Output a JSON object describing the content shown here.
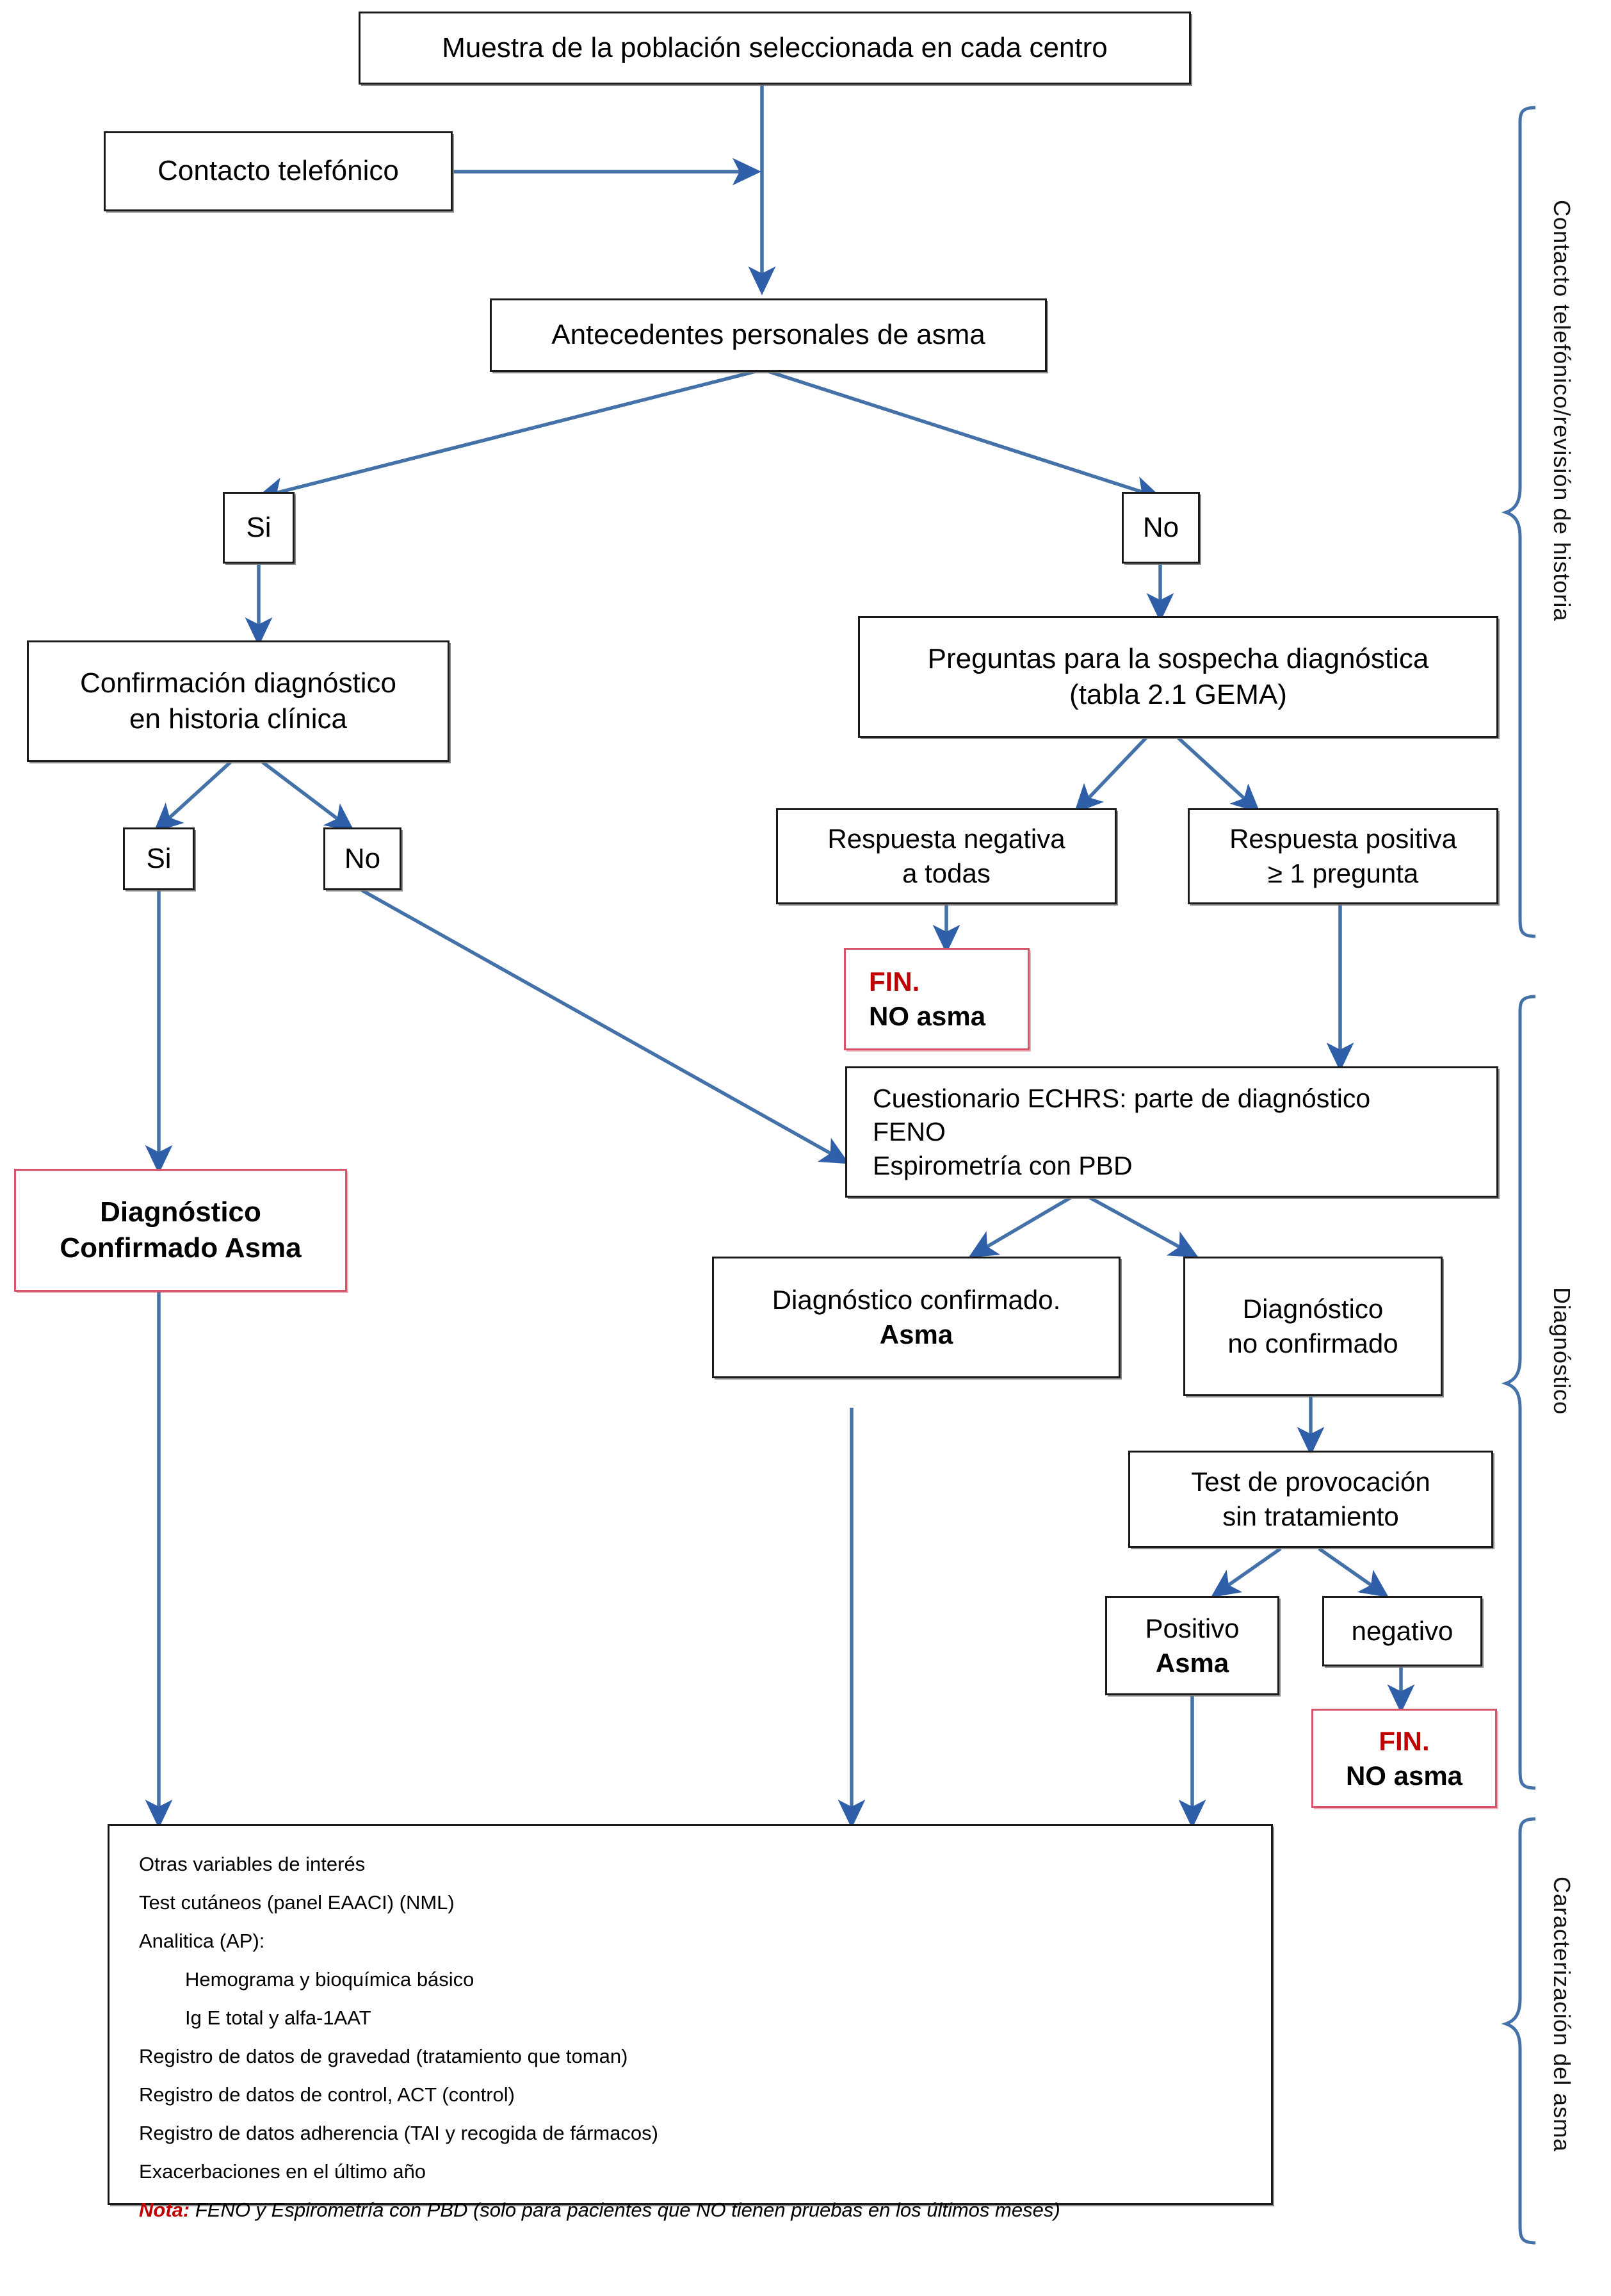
{
  "diagram": {
    "title": "Algoritmo de estudio de asma",
    "colors": {
      "arrow": "#4472a8",
      "box_border": "#1a1a1a",
      "end_border": "#d9536a",
      "end_text": "#c00000"
    },
    "nodes": {
      "muestra": {
        "line1": "Muestra de la población seleccionada en cada centro"
      },
      "contacto": {
        "line1": "Contacto telefónico"
      },
      "antecedentes": {
        "line1": "Antecedentes personales de asma"
      },
      "si1": {
        "line1": "Si"
      },
      "no1": {
        "line1": "No"
      },
      "confirmacion": {
        "line1": "Confirmación diagnóstico",
        "line2": "en historia clínica"
      },
      "si2": {
        "line1": "Si"
      },
      "no2": {
        "line1": "No"
      },
      "preguntas": {
        "line1": "Preguntas para la sospecha diagnóstica",
        "line2": "(tabla 2.1 GEMA)"
      },
      "resp_neg": {
        "line1": "Respuesta negativa",
        "line2": "a todas"
      },
      "resp_pos": {
        "line1": "Respuesta positiva",
        "line2": "≥ 1 pregunta"
      },
      "fin1": {
        "line1": "FIN.",
        "line2": "NO asma"
      },
      "dx_confirmado_asma": {
        "line1": "Diagnóstico",
        "line2": "Confirmado Asma"
      },
      "echrs": {
        "line1": "Cuestionario ECHRS: parte de diagnóstico",
        "line2": "FENO",
        "line3": "Espirometría con PBD"
      },
      "dx_conf": {
        "line1": "Diagnóstico confirmado.",
        "line2": "Asma"
      },
      "dx_noconf": {
        "line1": "Diagnóstico",
        "line2": "no confirmado"
      },
      "provocacion": {
        "line1": "Test de provocación",
        "line2": "sin tratamiento"
      },
      "positivo": {
        "line1": "Positivo",
        "line2": "Asma"
      },
      "negativo": {
        "line1": "negativo"
      },
      "fin2": {
        "line1": "FIN.",
        "line2": "NO asma"
      },
      "variables": {
        "rows": [
          "Otras variables de interés",
          "Test cutáneos (panel EAACI) (NML)",
          "Analitica  (AP):",
          "Hemograma y bioquímica básico",
          "Ig E total y alfa-1AAT",
          "Registro de datos de gravedad (tratamiento que toman)",
          "Registro de datos de control, ACT (control)",
          "Registro de datos  adherencia (TAI y recogida de fármacos)",
          "Exacerbaciones en el último año"
        ],
        "note_label": "Nota:",
        "note_text": " FENO y Espirometría con PBD (solo para pacientes que NO tienen  pruebas en los últimos meses)"
      }
    },
    "side_labels": {
      "phase1": "Contacto telefónico/revisión de historia",
      "phase2": "Diagnóstico",
      "phase3": "Caracterización del asma"
    }
  }
}
